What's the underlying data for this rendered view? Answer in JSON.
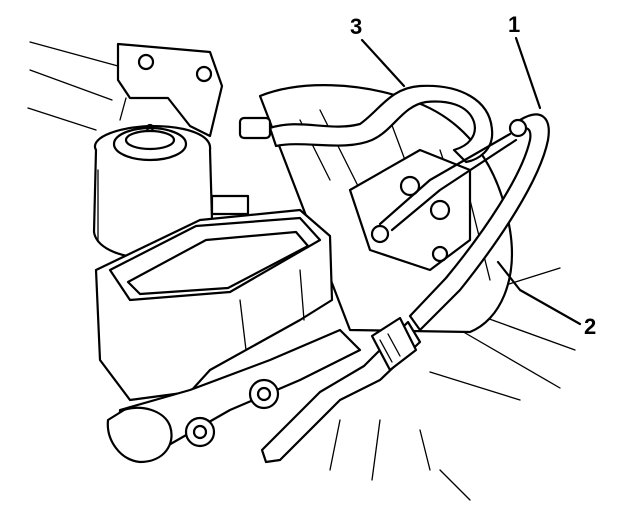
{
  "diagram": {
    "callouts": [
      {
        "id": "1",
        "label": "1"
      },
      {
        "id": "2",
        "label": "2"
      },
      {
        "id": "3",
        "label": "3"
      }
    ],
    "colors": {
      "ink": "#000000",
      "background": "#ffffff"
    }
  }
}
